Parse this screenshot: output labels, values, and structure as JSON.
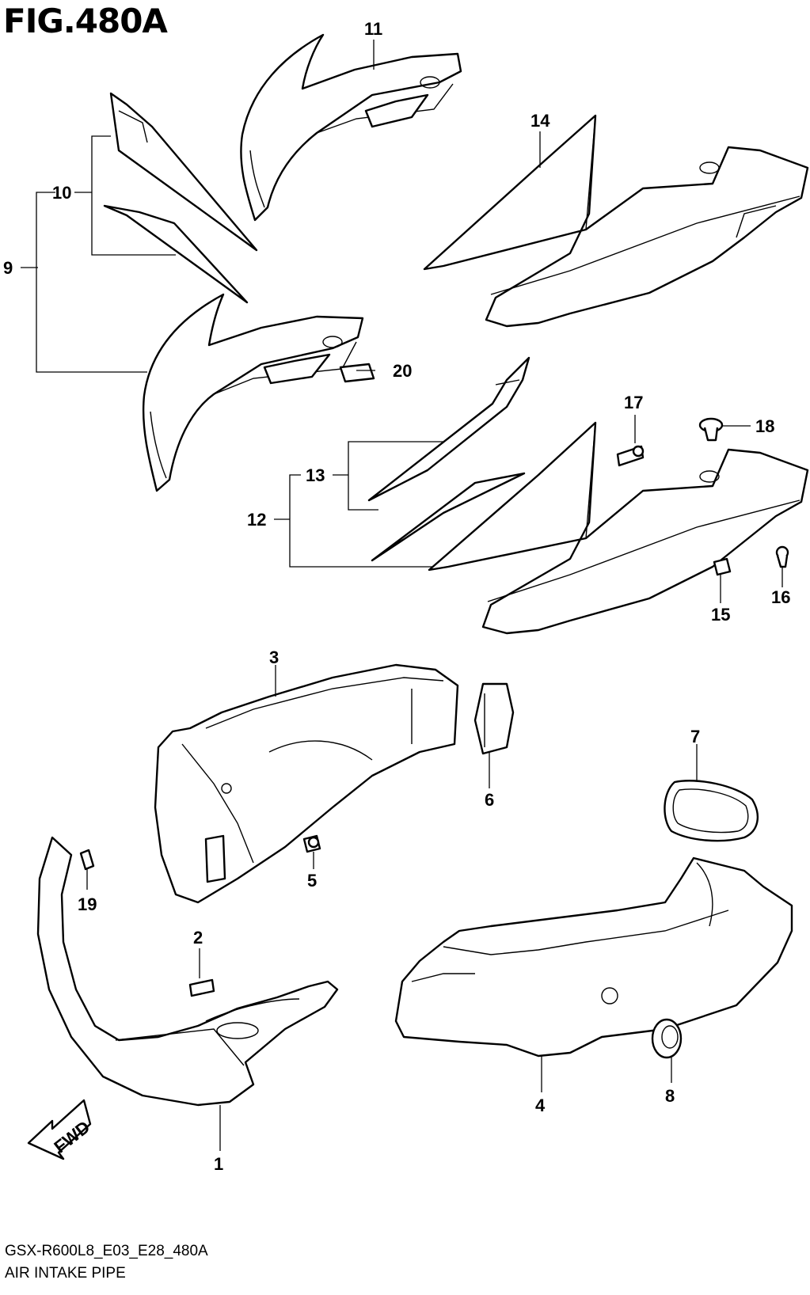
{
  "figure": {
    "title": "FIG.480A"
  },
  "footer": {
    "code": "GSX-R600L8_E03_E28_480A",
    "name": "AIR INTAKE PIPE"
  },
  "fwd_label": "FWD",
  "callouts": [
    "1",
    "2",
    "3",
    "4",
    "5",
    "6",
    "7",
    "8",
    "9",
    "10",
    "11",
    "12",
    "13",
    "14",
    "15",
    "16",
    "17",
    "18",
    "19",
    "20"
  ]
}
